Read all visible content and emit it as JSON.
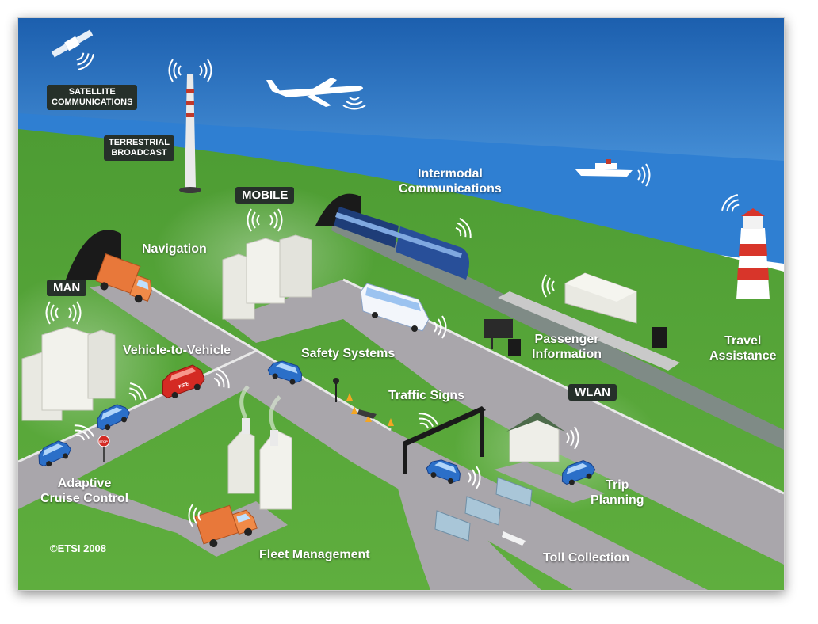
{
  "labels": {
    "satellite": [
      "SATELLITE",
      "COMMUNICATIONS"
    ],
    "terrestrial": [
      "TERRESTRIAL",
      "BROADCAST"
    ],
    "mobile": "MOBILE",
    "man": "MAN",
    "wlan": "WLAN",
    "navigation": "Navigation",
    "intermodal": [
      "Intermodal",
      "Communications"
    ],
    "vehicle_to_vehicle": "Vehicle-to-Vehicle",
    "safety_systems": "Safety Systems",
    "traffic_signs": "Traffic Signs",
    "passenger_information": [
      "Passenger",
      "Information"
    ],
    "travel_assistance": [
      "Travel",
      "Assistance"
    ],
    "adaptive_cruise_control": [
      "Adaptive",
      "Cruise Control"
    ],
    "trip_planning": [
      "Trip",
      "Planning"
    ],
    "fleet_management": "Fleet Management",
    "toll_collection": "Toll Collection",
    "copyright": "©ETSI 2008",
    "stop_sign": "STOP",
    "fire_truck": "FIRE"
  },
  "colors": {
    "sky_top": "#1c5fae",
    "sky_bottom": "#4f9ae0",
    "sea": "#2f7fd2",
    "grass": "#5fae3e",
    "grass_light": "#78c24c",
    "road": "#a9a6ab",
    "road_edge": "#e8e8e8",
    "building": "#e9e9e2",
    "truck": "#e8783a",
    "car": "#2b6fc8",
    "tag_bg": "#26302a",
    "lighthouse_red": "#d8352a"
  },
  "icons": [
    "satellite-icon",
    "broadcast-tower-icon",
    "airplane-icon",
    "ship-icon",
    "train-icon",
    "lighthouse-icon",
    "truck-icon",
    "car-icon",
    "bus-icon",
    "building-icon",
    "factory-icon",
    "house-icon",
    "wireless-signal-icon",
    "stop-sign-icon",
    "traffic-cone-icon",
    "toll-gate-icon"
  ]
}
